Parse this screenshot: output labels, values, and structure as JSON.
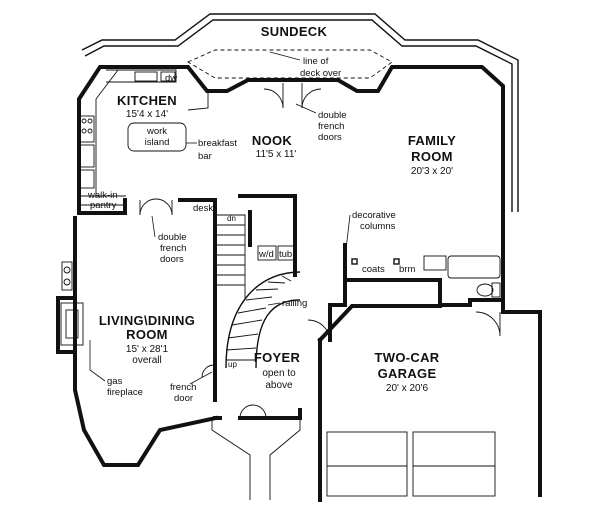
{
  "rooms": {
    "sundeck": {
      "name": "SUNDECK"
    },
    "kitchen": {
      "name": "KITCHEN",
      "dims": "15'4 x 14'"
    },
    "nook": {
      "name": "NOOK",
      "dims": "11'5 x 11'"
    },
    "family": {
      "name": "FAMILY",
      "name2": "ROOM",
      "dims": "20'3 x 20'"
    },
    "living": {
      "name": "LIVING\\DINING",
      "name2": "ROOM",
      "dims": "15' x 28'1",
      "dims2": "overall"
    },
    "foyer": {
      "name": "FOYER",
      "note1": "open to",
      "note2": "above"
    },
    "garage": {
      "name": "TWO-CAR",
      "name2": "GARAGE",
      "dims": "20' x 20'6"
    }
  },
  "labels": {
    "deck_line1": "line of",
    "deck_line2": "deck over",
    "dbl_french_nook1": "double",
    "dbl_french_nook2": "french",
    "dbl_french_nook3": "doors",
    "work_island1": "work",
    "work_island2": "island",
    "breakfast1": "breakfast",
    "breakfast2": "bar",
    "walkin1": "walk-in",
    "walkin2": "pantry",
    "desk": "desk",
    "dbl_french_liv1": "double",
    "dbl_french_liv2": "french",
    "dbl_french_liv3": "doors",
    "decorative1": "decorative",
    "decorative2": "columns",
    "coats": "coats",
    "brm": "brm",
    "wd": "w/d",
    "tub": "tub",
    "dw": "dw",
    "dn": "dn",
    "up": "up",
    "railing": "railing",
    "gas1": "gas",
    "gas2": "fireplace",
    "french_door1": "french",
    "french_door2": "door"
  }
}
